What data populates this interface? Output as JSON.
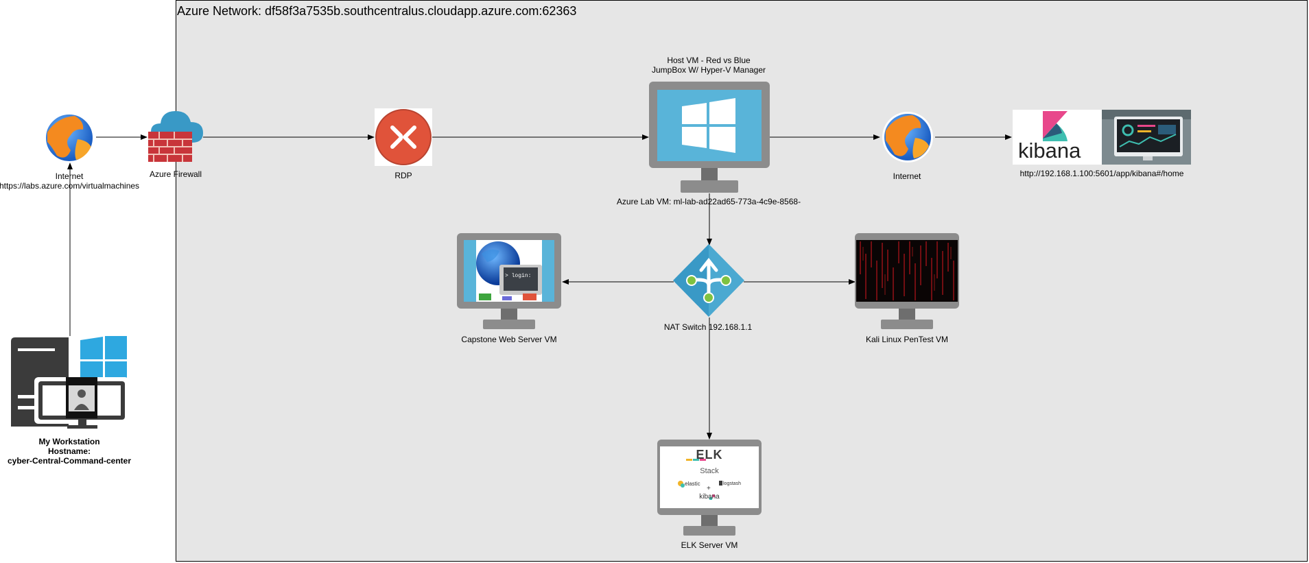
{
  "network": {
    "title": "Azure Network: df58f3a7535b.southcentralus.cloudapp.azure.com:62363"
  },
  "workstation": {
    "name": "My Workstation",
    "hostname_label": "Hostname:",
    "hostname": "cyber-Central-Command-center"
  },
  "internet_left": {
    "label": "Internet",
    "url": "https://labs.azure.com/virtualmachines"
  },
  "firewall": {
    "label": "Azure Firewall"
  },
  "rdp": {
    "label": "RDP"
  },
  "host_vm": {
    "title_line1": "Host VM -  Red vs Blue",
    "title_line2": "JumpBox W/ Hyper-V Manager",
    "label": "Azure Lab VM: ml-lab-ad22ad65-773a-4c9e-8568-"
  },
  "internet_right": {
    "label": "Internet"
  },
  "kibana": {
    "logo_text": "kibana",
    "url": "http://192.168.1.100:5601/app/kibana#/home"
  },
  "nat_switch": {
    "label": "NAT Switch 192.168.1.1"
  },
  "web_server": {
    "label": "Capstone Web Server VM",
    "screen_text": "> login:"
  },
  "kali": {
    "label": "Kali Linux PenTest VM"
  },
  "elk": {
    "label": "ELK Server VM",
    "logo_text": "ELK",
    "stack_text": "Stack",
    "elastic_text": "elastic",
    "plus_text": "+",
    "logstash_text": "logstash",
    "kibana_text": "kibana"
  },
  "colors": {
    "network_bg": "#e6e6e6",
    "monitor_frame": "#8c8c8c",
    "windows_blue": "#59b4d9",
    "azure_blue": "#3999c6",
    "rdp_red": "#e0533a",
    "firewall_red": "#c8353a",
    "kibana_pink": "#e8478b",
    "kibana_teal": "#3ebeb0"
  }
}
